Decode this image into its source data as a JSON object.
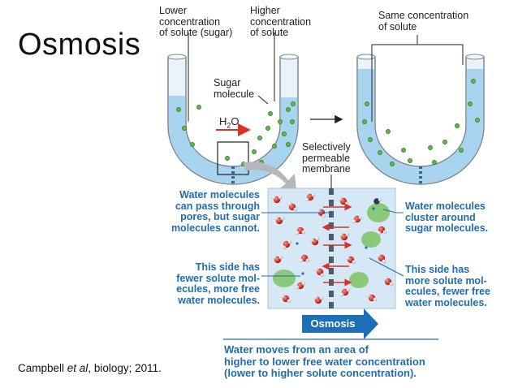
{
  "title": "Osmosis",
  "labels": {
    "lower_concentration": [
      "Lower",
      "concentration",
      "of solute (sugar)"
    ],
    "higher_concentration": [
      "Higher",
      "concentration",
      "of solute"
    ],
    "same_concentration": [
      "Same concentration",
      "of solute"
    ],
    "sugar_molecule": [
      "Sugar",
      "molecule"
    ],
    "h2o": "H",
    "h2o_sub": "2",
    "h2o_o": "O",
    "membrane": [
      "Selectively",
      "permeable",
      "membrane"
    ]
  },
  "callouts": {
    "left_top": [
      "Water molecules",
      "can pass through",
      "pores, but sugar",
      "molecules cannot."
    ],
    "left_bottom": [
      "This side has",
      "fewer solute mol-",
      "ecules, more free",
      "water molecules."
    ],
    "right_top": [
      "Water molecules",
      "cluster around",
      "sugar molecules."
    ],
    "right_bottom": [
      "This side has",
      "more solute mol-",
      "ecules, fewer free",
      "water molecules."
    ]
  },
  "osmosis_arrow_label": "Osmosis",
  "bottom_text": [
    "Water moves from an area of",
    "higher to lower free water concentration",
    "(lower to higher solute concentration)."
  ],
  "citation": {
    "before": "Campbell ",
    "italic": "et al",
    "after": ", biology; 2011."
  },
  "colors": {
    "water": "#a8d4ef",
    "tube_edge": "#7a8a96",
    "molecule_green": "#5fb548",
    "text_blue": "#1f6db0",
    "arrow_red": "#d9322a",
    "arrow_blue": "#1d6fb8"
  }
}
